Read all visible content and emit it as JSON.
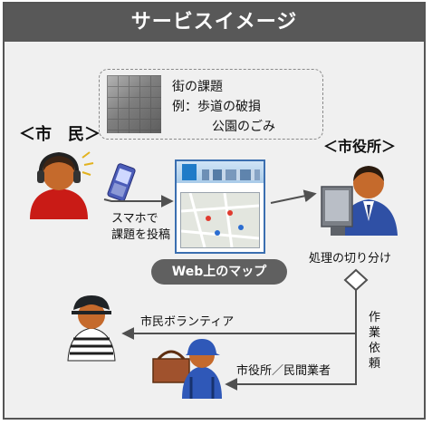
{
  "title": "サービスイメージ",
  "citizen_label": "＜市　民＞",
  "cityhall_label": "＜市役所＞",
  "issue": {
    "line1": "街の課題",
    "line2": "例：歩道の破損",
    "line3": "公園のごみ"
  },
  "post_step": {
    "line1": "スマホで",
    "line2": "課題を投稿"
  },
  "map_badge": "Web上のマップ",
  "triage_label": "処理の切り分け",
  "volunteer_label": "市民ボランティア",
  "request_label": "作業依頼",
  "contractor_label": "市役所／民間業者",
  "colors": {
    "title_bar": "#585858",
    "badge": "#606060",
    "arrow": "#505050"
  }
}
